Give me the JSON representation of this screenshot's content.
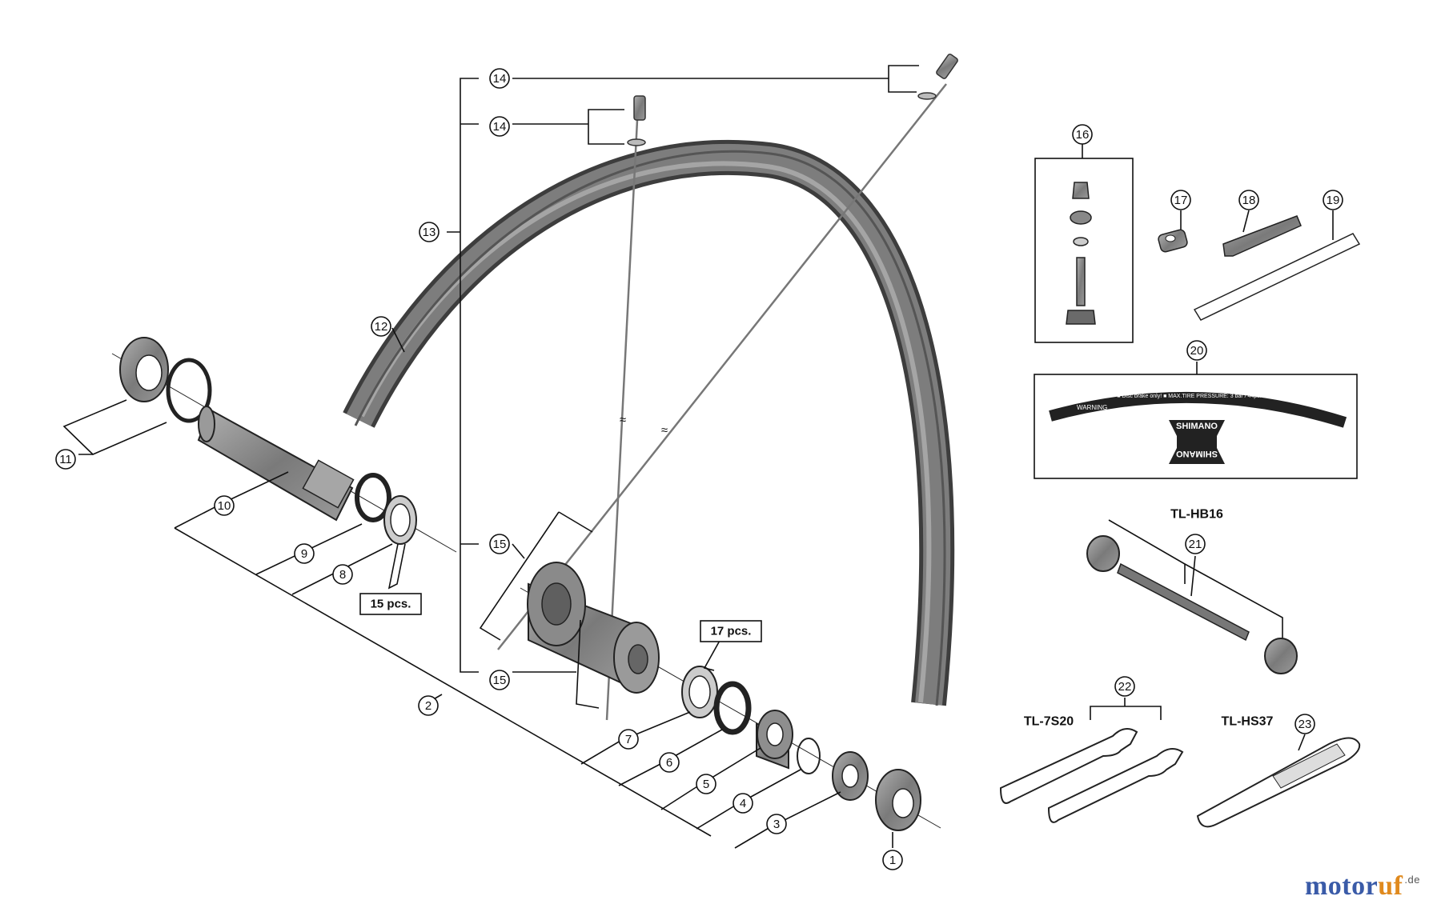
{
  "callouts": [
    {
      "id": "c1",
      "num": "1"
    },
    {
      "id": "c2",
      "num": "2"
    },
    {
      "id": "c3",
      "num": "3"
    },
    {
      "id": "c4",
      "num": "4"
    },
    {
      "id": "c5",
      "num": "5"
    },
    {
      "id": "c6",
      "num": "6"
    },
    {
      "id": "c7",
      "num": "7"
    },
    {
      "id": "c8",
      "num": "8"
    },
    {
      "id": "c9",
      "num": "9"
    },
    {
      "id": "c10",
      "num": "10"
    },
    {
      "id": "c11",
      "num": "11"
    },
    {
      "id": "c12",
      "num": "12"
    },
    {
      "id": "c13",
      "num": "13"
    },
    {
      "id": "c14a",
      "num": "14"
    },
    {
      "id": "c14b",
      "num": "14"
    },
    {
      "id": "c15a",
      "num": "15"
    },
    {
      "id": "c15b",
      "num": "15"
    },
    {
      "id": "c16",
      "num": "16"
    },
    {
      "id": "c17",
      "num": "17"
    },
    {
      "id": "c18",
      "num": "18"
    },
    {
      "id": "c19",
      "num": "19"
    },
    {
      "id": "c20",
      "num": "20"
    },
    {
      "id": "c21",
      "num": "21"
    },
    {
      "id": "c22",
      "num": "22"
    },
    {
      "id": "c23",
      "num": "23"
    }
  ],
  "quantities": {
    "q15": "15 pcs.",
    "q17": "17 pcs."
  },
  "tools": {
    "hb16": "TL-HB16",
    "s720": "TL-7S20",
    "hs37": "TL-HS37"
  },
  "sticker": {
    "warning": "WARNING",
    "notice": "■ Disc brake only!  ■ MAX.TIRE PRESSURE: 3 bar / 44psi / 300kPa",
    "brand": "SHIMANO"
  },
  "watermark": {
    "part1": "motor",
    "part2": "uf",
    "suffix": ".de"
  },
  "colors": {
    "line": "#1a1a1a",
    "rim": "#6b6b6b",
    "part": "#8c8c8c",
    "dark": "#4a4a4a",
    "watermark_blue": "#3a5ba8",
    "watermark_orange": "#e08a1e"
  }
}
